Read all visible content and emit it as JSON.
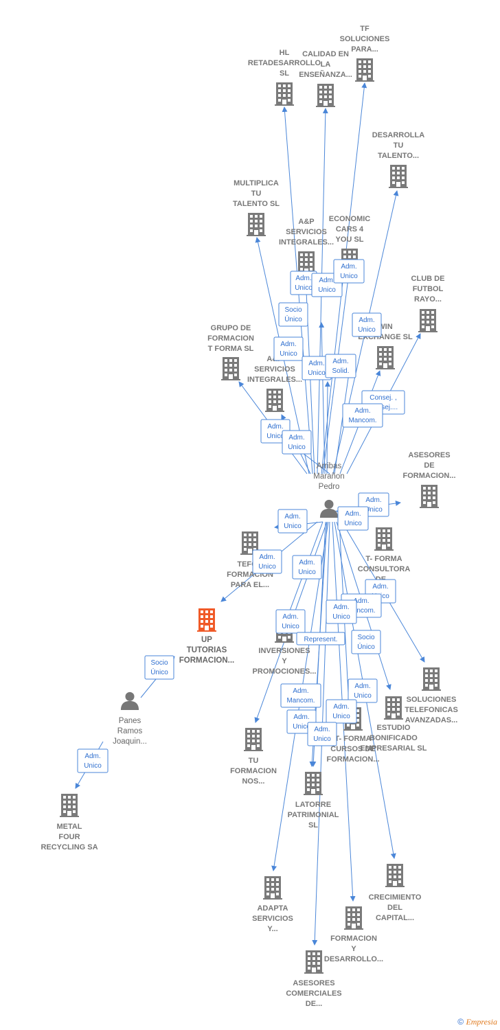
{
  "colors": {
    "edge": "#4a86d8",
    "company": "#7a7a7a",
    "focus_company": "#f05a28",
    "person": "#777777"
  },
  "nodes": [
    {
      "id": "hl",
      "kind": "company",
      "lines": [
        "HL",
        "RETADESARROLLO",
        "SL"
      ]
    },
    {
      "id": "calidad",
      "kind": "company",
      "lines": [
        "CALIDAD EN",
        "LA",
        "ENSEÑANZA..."
      ]
    },
    {
      "id": "tf",
      "kind": "company",
      "lines": [
        "TF",
        "SOLUCIONES",
        "PARA..."
      ]
    },
    {
      "id": "desarrolla",
      "kind": "company",
      "lines": [
        "DESARROLLA",
        "TU",
        "TALENTO..."
      ]
    },
    {
      "id": "multiplica",
      "kind": "company",
      "lines": [
        "MULTIPLICA",
        "TU",
        "TALENTO  SL"
      ]
    },
    {
      "id": "ap1",
      "kind": "company",
      "lines": [
        "A&P",
        "SERVICIOS",
        "INTEGRALES..."
      ]
    },
    {
      "id": "economic",
      "kind": "company",
      "lines": [
        "ECONOMIC",
        "CARS 4",
        "YOU SL"
      ]
    },
    {
      "id": "club",
      "kind": "company",
      "lines": [
        "CLUB DE",
        "FUTBOL",
        "RAYO..."
      ]
    },
    {
      "id": "win",
      "kind": "company",
      "lines": [
        "WIN",
        "EXCHANGE SL"
      ]
    },
    {
      "id": "grupo",
      "kind": "company",
      "lines": [
        "GRUPO DE",
        "FORMACION",
        "T FORMA  SL"
      ]
    },
    {
      "id": "ap2",
      "kind": "company",
      "lines": [
        "A&P",
        "SERVICIOS",
        "INTEGRALES..."
      ]
    },
    {
      "id": "arribas",
      "kind": "person",
      "lines": [
        "Arribas",
        "Marañon",
        "Pedro"
      ]
    },
    {
      "id": "asesoresform",
      "kind": "company",
      "lines": [
        "ASESORES",
        "DE",
        "FORMACION..."
      ]
    },
    {
      "id": "tefor",
      "kind": "company",
      "lines": [
        "TEFOR",
        "FORMACION",
        "PARA EL..."
      ]
    },
    {
      "id": "tforma",
      "kind": "company",
      "lines": [
        "T- FORMA",
        "CONSULTORA",
        "DE..."
      ]
    },
    {
      "id": "up",
      "kind": "focus",
      "lines": [
        "UP",
        "TUTORIAS",
        "FORMACION..."
      ]
    },
    {
      "id": "inversiones",
      "kind": "company",
      "lines": [
        "INVERSIONES",
        "Y",
        "PROMOCIONES..."
      ]
    },
    {
      "id": "soluciones",
      "kind": "company",
      "lines": [
        "SOLUCIONES",
        "TELEFONICAS",
        "AVANZADAS..."
      ]
    },
    {
      "id": "panes",
      "kind": "person",
      "lines": [
        "Panes",
        "Ramos",
        "Joaquin..."
      ]
    },
    {
      "id": "estudio",
      "kind": "company",
      "lines": [
        "ESTUDIO",
        "BONIFICADO",
        "EMPRESARIAL SL"
      ]
    },
    {
      "id": "tformacursos",
      "kind": "company",
      "lines": [
        "T- FORMA",
        "CURSOS DE",
        "FORMACION..."
      ]
    },
    {
      "id": "tuformacion",
      "kind": "company",
      "lines": [
        "TU",
        "FORMACION",
        "NOS..."
      ]
    },
    {
      "id": "latorre",
      "kind": "company",
      "lines": [
        "LATORRE",
        "PATRIMONIAL",
        "SL"
      ]
    },
    {
      "id": "metal",
      "kind": "company",
      "lines": [
        "METAL",
        "FOUR",
        "RECYCLING SA"
      ]
    },
    {
      "id": "crecimiento",
      "kind": "company",
      "lines": [
        "CRECIMIENTO",
        "DEL",
        "CAPITAL..."
      ]
    },
    {
      "id": "adapta",
      "kind": "company",
      "lines": [
        "ADAPTA",
        "SERVICIOS",
        "Y..."
      ]
    },
    {
      "id": "formacion",
      "kind": "company",
      "lines": [
        "FORMACION",
        "Y",
        "DESARROLLO..."
      ]
    },
    {
      "id": "asesorescom",
      "kind": "company",
      "lines": [
        "ASESORES",
        "COMERCIALES",
        "DE..."
      ]
    }
  ],
  "edge_labels": [
    {
      "id": "l1",
      "lines": [
        "Adm.",
        "Unico"
      ]
    },
    {
      "id": "l2",
      "lines": [
        "Adm.",
        "Unico"
      ]
    },
    {
      "id": "l3",
      "lines": [
        "Adm.",
        "Unico"
      ]
    },
    {
      "id": "l4",
      "lines": [
        "Socio",
        "Único"
      ]
    },
    {
      "id": "l5",
      "lines": [
        "Adm.",
        "Unico"
      ]
    },
    {
      "id": "l6",
      "lines": [
        "Adm.",
        "Unico"
      ]
    },
    {
      "id": "l7",
      "lines": [
        "Adm.",
        "Unico"
      ]
    },
    {
      "id": "l8",
      "lines": [
        "Adm.",
        "Solid."
      ]
    },
    {
      "id": "l9",
      "lines": [
        "Consej. ,",
        "Consej...."
      ]
    },
    {
      "id": "l10",
      "lines": [
        "Adm.",
        "Mancom."
      ]
    },
    {
      "id": "l11",
      "lines": [
        "Adm.",
        "Unico"
      ]
    },
    {
      "id": "l12",
      "lines": [
        "Adm.",
        "Unico"
      ]
    },
    {
      "id": "l13",
      "lines": [
        "Adm.",
        "Unico"
      ]
    },
    {
      "id": "l14",
      "lines": [
        "Adm.",
        "Unico"
      ]
    },
    {
      "id": "l15",
      "lines": [
        "Adm.",
        "Unico"
      ]
    },
    {
      "id": "l16",
      "lines": [
        "Adm.",
        "Unico"
      ]
    },
    {
      "id": "l17",
      "lines": [
        "Adm.",
        "Unico"
      ]
    },
    {
      "id": "l18",
      "lines": [
        "Adm.",
        "Unico"
      ]
    },
    {
      "id": "l19",
      "lines": [
        "Adm.",
        "Mancom."
      ]
    },
    {
      "id": "l20",
      "lines": [
        "Adm.",
        "Unico"
      ]
    },
    {
      "id": "l21",
      "lines": [
        "Adm.",
        "Unico"
      ]
    },
    {
      "id": "l22",
      "lines": [
        "Represent."
      ]
    },
    {
      "id": "l23",
      "lines": [
        "Socio",
        "Único"
      ]
    },
    {
      "id": "l24",
      "lines": [
        "Socio",
        "Único"
      ]
    },
    {
      "id": "l25",
      "lines": [
        "Adm.",
        "Mancom."
      ]
    },
    {
      "id": "l26",
      "lines": [
        "Adm.",
        "Unico"
      ]
    },
    {
      "id": "l27",
      "lines": [
        "Adm.",
        "Unico"
      ]
    },
    {
      "id": "l28",
      "lines": [
        "Adm.",
        "Unico"
      ]
    },
    {
      "id": "l29",
      "lines": [
        "Adm.",
        "Unico"
      ]
    },
    {
      "id": "l30",
      "lines": [
        "Adm.",
        "Unico"
      ]
    }
  ],
  "footer": {
    "copyright": "©",
    "brand": "Empresia"
  }
}
